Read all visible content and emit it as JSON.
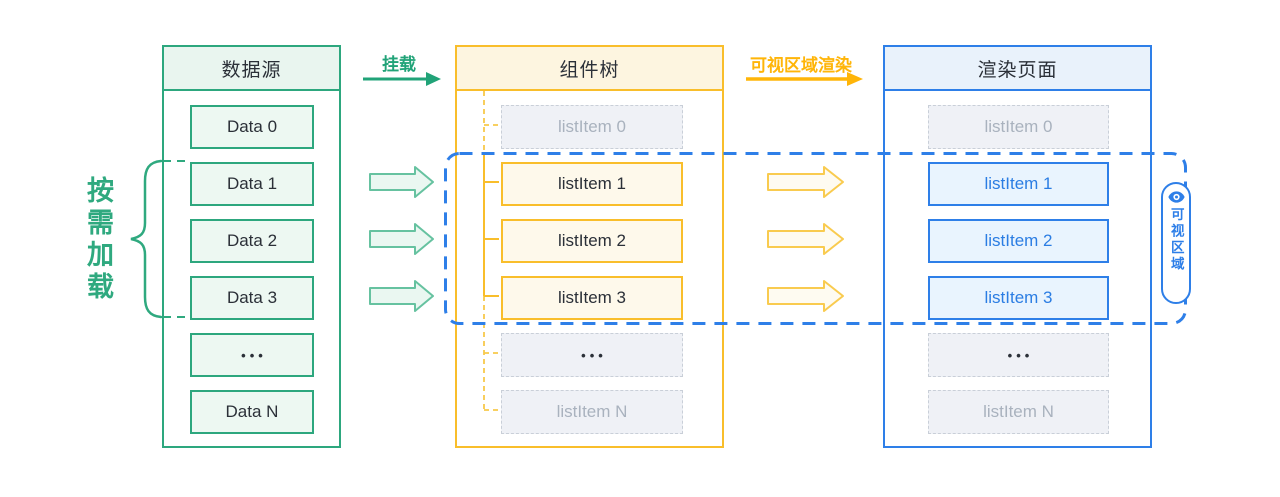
{
  "annotations": {
    "on_demand_load": "按需加载",
    "mount_arrow_label": "挂载",
    "viewport_render_arrow_label": "可视区域渲染",
    "viewport_badge_label": "可视区域"
  },
  "columns": [
    {
      "title": "数据源",
      "theme": "green",
      "items": [
        {
          "label": "Data 0",
          "state": "normal"
        },
        {
          "label": "Data 1",
          "state": "normal"
        },
        {
          "label": "Data 2",
          "state": "normal"
        },
        {
          "label": "Data 3",
          "state": "normal"
        },
        {
          "label": "•••",
          "state": "normal"
        },
        {
          "label": "Data N",
          "state": "normal"
        }
      ]
    },
    {
      "title": "组件树",
      "theme": "yellow",
      "items": [
        {
          "label": "listItem 0",
          "state": "inactive"
        },
        {
          "label": "listItem 1",
          "state": "active"
        },
        {
          "label": "listItem 2",
          "state": "active"
        },
        {
          "label": "listItem 3",
          "state": "active"
        },
        {
          "label": "•••",
          "state": "inactive"
        },
        {
          "label": "listItem N",
          "state": "inactive"
        }
      ]
    },
    {
      "title": "渲染页面",
      "theme": "blue",
      "items": [
        {
          "label": "listItem 0",
          "state": "inactive"
        },
        {
          "label": "listItem 1",
          "state": "active"
        },
        {
          "label": "listItem 2",
          "state": "active"
        },
        {
          "label": "listItem 3",
          "state": "active"
        },
        {
          "label": "•••",
          "state": "inactive"
        },
        {
          "label": "listItem N",
          "state": "inactive"
        }
      ]
    }
  ],
  "colors": {
    "green": "#2da77e",
    "yellow": "#f9be2b",
    "yellow_text": "#ffb508",
    "blue": "#2e7fe8",
    "ghost_border": "#c9cfd8",
    "ghost_fill": "#eff1f6",
    "dark_text": "#2b3038"
  }
}
